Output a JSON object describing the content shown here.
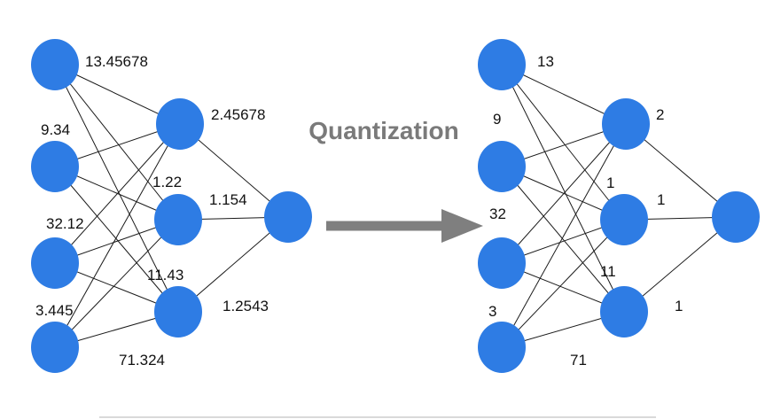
{
  "title_label": "Quantization",
  "colors": {
    "node": "#2E7CE4",
    "edge": "#1a1a1a",
    "arrow": "#7f7f7f",
    "title": "#7a7a7a",
    "label": "#111111",
    "divider": "#d9d9d9"
  },
  "left_network": {
    "inputs": [
      "13.45678",
      "9.34",
      "32.12",
      "3.445"
    ],
    "hidden": [
      "2.45678",
      "1.22",
      "11.43",
      "71.324"
    ],
    "output_edges": [
      "1.154",
      "1.2543"
    ]
  },
  "right_network": {
    "inputs": [
      "13",
      "9",
      "32",
      "3"
    ],
    "hidden": [
      "2",
      "1",
      "11",
      "71"
    ],
    "output_edges": [
      "1",
      "1"
    ]
  }
}
